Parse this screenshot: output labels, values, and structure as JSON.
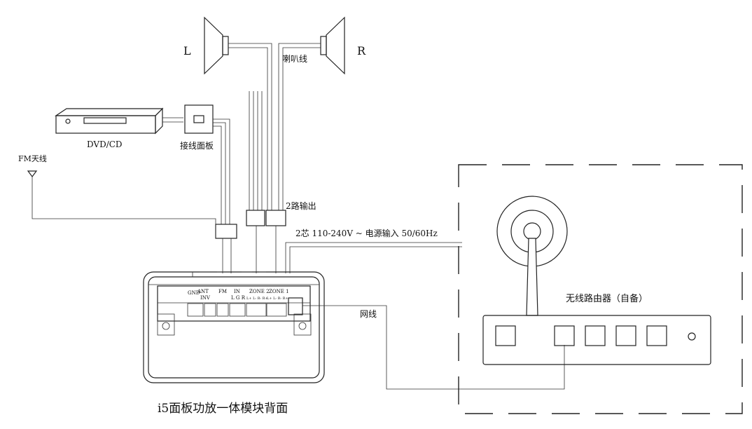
{
  "labels": {
    "speaker_left": "L",
    "speaker_right": "R",
    "speaker_wire": "喇叭线",
    "dvd": "DVD/CD",
    "wall_panel": "接线面板",
    "fm_antenna": "FM天线",
    "two_way_output": "2路输出",
    "power_input": "2芯 110-240V ~ 电源输入 50/60Hz",
    "network_cable": "网线",
    "router": "无线路由器（自备）",
    "module_caption": "i5面板功放一体模块背面"
  },
  "terminals": {
    "gnd": "GND",
    "ant": "ANT",
    "inv": "INV",
    "fm": "FM",
    "in": "IN",
    "in_pins": "L G R",
    "zone2": "ZONE 2",
    "zone2_pins": "L+ L- R- R+",
    "zone1": "ZONE 1",
    "zone1_pins": "L+ L- R- R+"
  }
}
